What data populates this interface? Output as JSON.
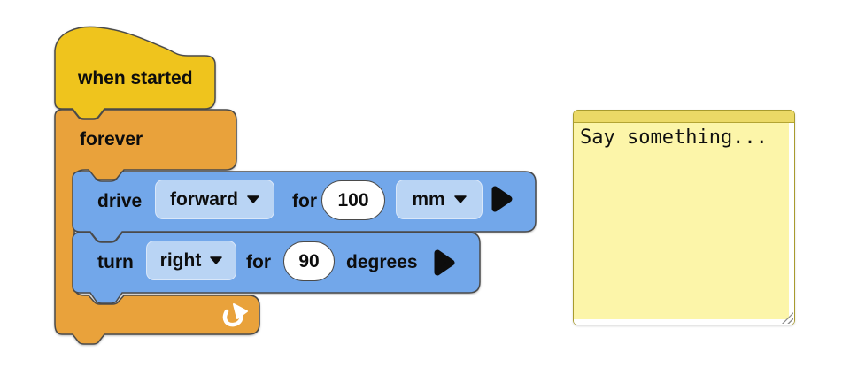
{
  "blocks": {
    "when_started": {
      "label": "when started"
    },
    "forever": {
      "label": "forever"
    },
    "drive": {
      "action": "drive",
      "direction": "forward",
      "for_label": "for",
      "distance": "100",
      "unit": "mm"
    },
    "turn": {
      "action": "turn",
      "direction": "right",
      "for_label": "for",
      "angle": "90",
      "unit_label": "degrees"
    }
  },
  "comment": {
    "text": "Say something..."
  },
  "icons": {
    "dropdown_caret": "caret-down",
    "expand_arrow": "triangle-right",
    "loop_arrow": "curved-loop-arrow",
    "resize_handle": "diagonal-grip"
  },
  "colors": {
    "block_yellow": "#EFC41D",
    "block_orange": "#E9A23B",
    "block_blue": "#72A7EA",
    "dropdown_blue": "#B9D4F4",
    "outline": "#4A4A4A",
    "note_border": "#A89B2E",
    "note_header": "#EBD966",
    "note_body": "#FCF5A9"
  }
}
